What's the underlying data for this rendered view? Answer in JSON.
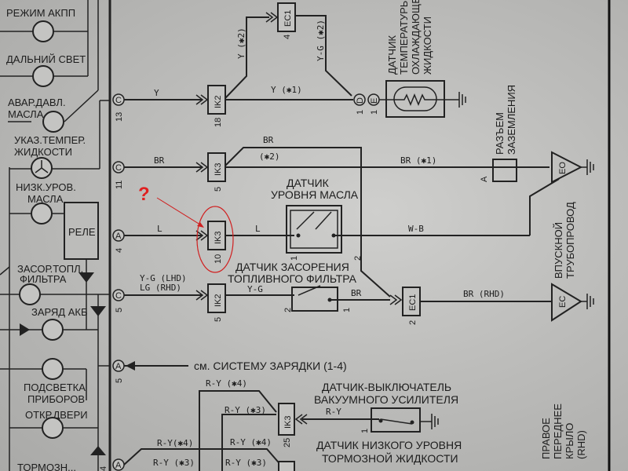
{
  "title": "Wiring diagram – instrument cluster warning lamps and sensors",
  "lamps": {
    "at_mode": "РЕЖИМ АКПП",
    "high_beam": "ДАЛЬНИЙ СВЕТ",
    "oil_pressure_1": "АВАР.ДАВЛ.",
    "oil_pressure_2": "МАСЛА",
    "temp_gauge_1": "УКАЗ.ТЕМПЕР.",
    "temp_gauge_2": "ЖИДКОСТИ",
    "low_oil_1": "НИЗК.УРОВ.",
    "low_oil_2": "МАСЛА",
    "relay": "РЕЛЕ",
    "fuel_filter_1": "ЗАСОР.ТОПЛ.",
    "fuel_filter_2": "ФИЛЬТРА",
    "charge": "ЗАРЯД АКБ",
    "illum_1": "ПОДСВЕТКА",
    "illum_2": "ПРИБОРОВ",
    "door": "ОТКР.ДВЕРИ",
    "brake": "ТОРМОЗН..."
  },
  "bus_connectors": [
    {
      "pin": "13",
      "letter": "C"
    },
    {
      "pin": "11",
      "letter": "C"
    },
    {
      "pin": "4",
      "letter": "A"
    },
    {
      "pin": "5",
      "letter": "C"
    },
    {
      "pin": "5",
      "letter": "A"
    },
    {
      "pin": "4",
      "letter": "A"
    }
  ],
  "junctions": {
    "ik2_top": {
      "name": "IK2",
      "pin": "18"
    },
    "ik3_mid": {
      "name": "IK3",
      "pin": "5"
    },
    "ik3_question": {
      "name": "IK3",
      "pin": "10"
    },
    "ik2_low": {
      "name": "IK2",
      "pin": "5"
    },
    "ec1_top": {
      "name": "EC1",
      "pin": "4"
    },
    "ec1_low": {
      "name": "EC1",
      "pin": "2"
    },
    "ik3_bottom": {
      "name": "IK3",
      "pin": "25"
    }
  },
  "wires": {
    "y": "Y",
    "y2": "Y (✱2)",
    "y1": "Y (✱1)",
    "yg2": "Y-G (✱2)",
    "br": "BR",
    "br_top": "BR",
    "br2": "(✱2)",
    "br1": "BR (✱1)",
    "l1": "L",
    "l2": "L",
    "wb": "W-B",
    "yg_lhd": "Y-G (LHD)",
    "lg_rhd": "LG (RHD)",
    "yg": "Y-G",
    "br_fuel": "BR",
    "br_rhd": "BR (RHD)",
    "ry4_a": "R-Y (✱4)",
    "ry3_a": "R-Y (✱3)",
    "ry": "R-Y",
    "ry4_b": "R-Y(✱4)",
    "ry3_b": "R-Y (✱3)",
    "ry4_c": "R-Y (✱4)",
    "ry3_c": "R-Y (✱3)"
  },
  "components": {
    "coolant_sensor": [
      "ДАТЧИК",
      "ТЕМПЕРАТУРЫ",
      "ОХЛАЖДАЮЩЕЙ",
      "ЖИДКОСТИ"
    ],
    "coolant_pins": {
      "d": "D",
      "e": "E",
      "d_pin": "1",
      "e_pin": "1"
    },
    "ground_connector": [
      "РАЗЪЕМ",
      "ЗАЗЕМЛЕНИЯ"
    ],
    "ground_connector_pin": "A",
    "eo": "EO",
    "ec": "EC",
    "intake": [
      "ВПУСКНОЙ",
      "ТРУБОПРОВОД"
    ],
    "oil_level_sensor": [
      "ДАТЧИК",
      "УРОВНЯ МАСЛА"
    ],
    "oil_pins": {
      "p1": "1",
      "p2": "2"
    },
    "fuel_filter_sensor": [
      "ДАТЧИК ЗАСОРЕНИЯ",
      "ТОПЛИВНОГО ФИЛЬТРА"
    ],
    "fuel_pins": {
      "p1": "1",
      "p2": "2"
    },
    "charging_ref": "см. СИСТЕМУ ЗАРЯДКИ (1-4)",
    "vacuum_switch": [
      "ДАТЧИК-ВЫКЛЮЧАТЕЛЬ",
      "ВАКУУМНОГО УСИЛИТЕЛЯ"
    ],
    "vacuum_pin": "1",
    "brake_fluid_sensor": [
      "ДАТЧИК НИЗКОГО УРОВНЯ",
      "ТОРМОЗНОЙ ЖИДКОСТИ"
    ],
    "fender": [
      "ПРАВОЕ",
      "ПЕРЕДНЕЕ",
      "КРЫЛО",
      "(RHD)"
    ]
  },
  "annotation": {
    "question_mark": "?",
    "color": "#e02020"
  }
}
